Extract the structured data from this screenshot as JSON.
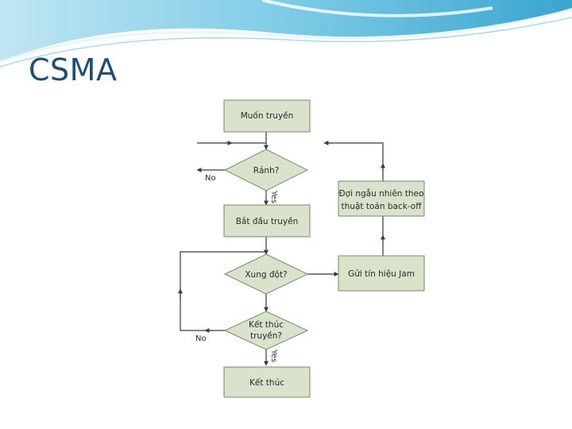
{
  "slide": {
    "title": "CSMA"
  },
  "colors": {
    "node_fill": "#d9e2cb",
    "node_stroke": "#7c8a6a",
    "line": "#3a3a3a",
    "title": "#1b4f73"
  },
  "flowchart": {
    "start": "Muốn truyền",
    "idle_check": "Rảnh?",
    "begin_tx": "Bắt đầu truyền",
    "collision_check": "Xung đột?",
    "end_check_line1": "Kết thúc",
    "end_check_line2": "truyền?",
    "end": "Kết thúc",
    "jam": "Gửi tín hiệu Jam",
    "backoff_line1": "Đợi ngẫu nhiên theo",
    "backoff_line2": "thuật toán back-off",
    "no_label": "No",
    "yes_label": "Yes"
  }
}
